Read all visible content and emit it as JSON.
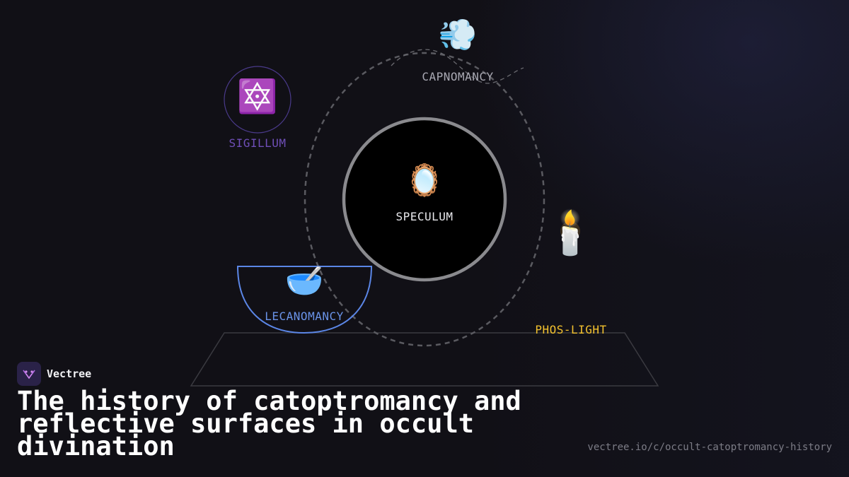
{
  "diagram": {
    "center": {
      "label": "SPECULUM",
      "icon": "mirror-icon",
      "glyph": "🪞"
    },
    "nodes": [
      {
        "key": "sigillum",
        "label": "SIGILLUM",
        "icon": "six-pointed-star-icon",
        "glyph": "🔯",
        "color": "#6f4fb8"
      },
      {
        "key": "capnomancy",
        "label": "CAPNOMANCY",
        "icon": "smoke-puff-icon",
        "glyph": "💨",
        "color": "#a9a9b3"
      },
      {
        "key": "lecanomancy",
        "label": "LECANOMANCY",
        "icon": "bowl-with-spoon-icon",
        "glyph": "🥣",
        "color": "#6a93e8"
      },
      {
        "key": "phos-light",
        "label": "PHOS-LIGHT",
        "icon": "candle-icon",
        "glyph": "🕯️",
        "color": "#f2c12e"
      }
    ]
  },
  "brand": {
    "name": "Vectree",
    "icon": "vectree-logo-icon"
  },
  "footer": {
    "title": "The history of catoptromancy and reflective surfaces in occult divination",
    "url": "vectree.io/c/occult-catoptromancy-history"
  },
  "colors": {
    "background": "#111016",
    "orbit": "#5a5a60",
    "mirror_ring": "#8a8a8e",
    "sigil_ring": "#4a3a8a",
    "bowl_stroke": "#5b86e6",
    "altar_stroke": "#3a3a40"
  }
}
